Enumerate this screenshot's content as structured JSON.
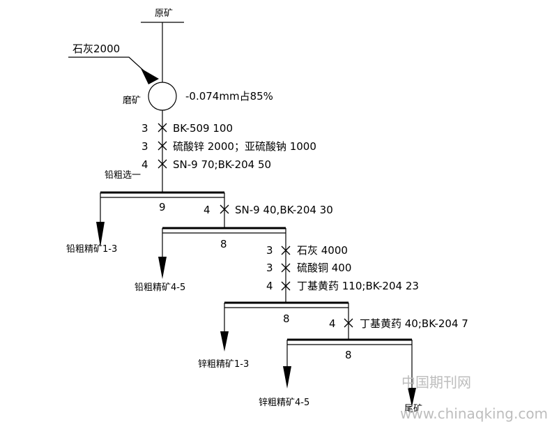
{
  "feed": {
    "label": "原矿"
  },
  "lime_feed": {
    "label": "石灰2000"
  },
  "grinding": {
    "label": "磨矿",
    "spec": "-0.074mm占85%"
  },
  "lead_rougher_reagents": [
    {
      "minutes": "3",
      "text": "BK-509 100"
    },
    {
      "minutes": "3",
      "text": "硫酸锌 2000；亚硫酸钠 1000"
    },
    {
      "minutes": "4",
      "text": "SN-9 70;BK-204 50"
    }
  ],
  "lead_rougher_1": {
    "label": "铅粗选一",
    "minutes": "9",
    "product": "铅粗精矿1-3"
  },
  "lead_rougher_2_reagents": [
    {
      "minutes": "4",
      "text": "SN-9 40,BK-204 30"
    }
  ],
  "lead_rougher_2": {
    "minutes": "8",
    "product": "铅粗精矿4-5"
  },
  "zinc_rougher_reagents": [
    {
      "minutes": "3",
      "text": "石灰 4000"
    },
    {
      "minutes": "3",
      "text": "硫酸铜 400"
    },
    {
      "minutes": "4",
      "text": "丁基黄药 110;BK-204 23"
    }
  ],
  "zinc_rougher_1": {
    "minutes": "8",
    "product": "锌粗精矿1-3"
  },
  "zinc_rougher_2_reagents": [
    {
      "minutes": "4",
      "text": "丁基黄药 40;BK-204 7"
    }
  ],
  "zinc_rougher_2": {
    "minutes": "8",
    "product": "锌粗精矿4-5",
    "tailings": "尾矿"
  },
  "watermark": {
    "cn": "中国期刊网",
    "url": "www.chinaqking.com"
  }
}
